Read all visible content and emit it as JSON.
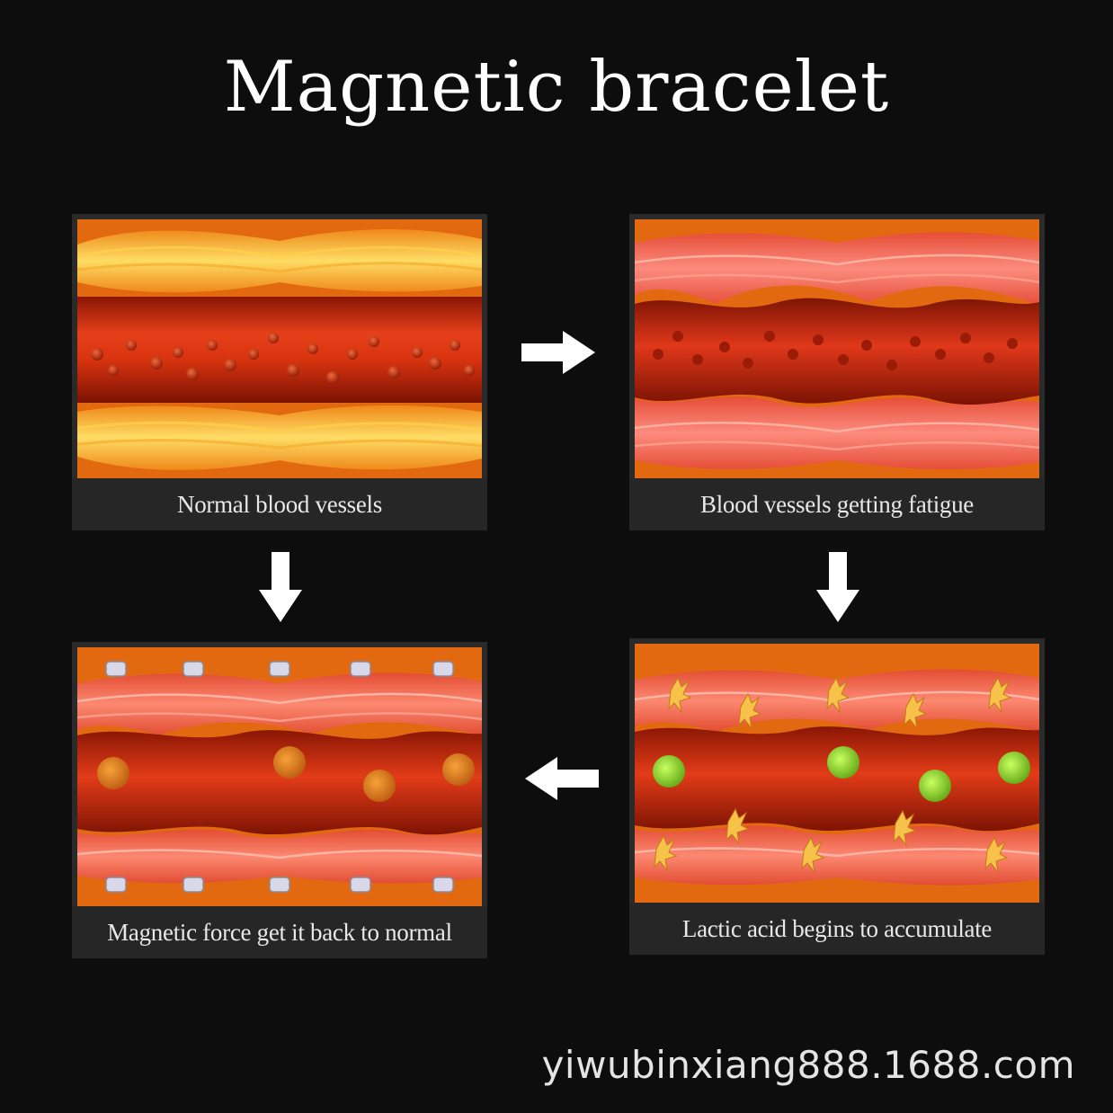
{
  "title": "Magnetic bracelet",
  "panels": {
    "normal": {
      "caption": "Normal blood vessels",
      "icon": "normal-vessel-illustration"
    },
    "fatigue": {
      "caption": "Blood vessels getting fatigue",
      "icon": "fatigued-vessel-illustration"
    },
    "lactic": {
      "caption": "Lactic acid begins to accumulate",
      "icon": "lactic-acid-vessel-illustration"
    },
    "magnetic": {
      "caption": "Magnetic force get it back to normal",
      "icon": "magnetic-vessel-illustration"
    }
  },
  "watermark": "yiwubinxiang888.1688.com",
  "colors": {
    "background": "#0d0d0d",
    "panel_orange": "#e46a10",
    "vessel_red": "#c6280c",
    "muscle_yellow": "#f4c23a",
    "muscle_pink": "#ef5a5a",
    "lactic_green": "#8fe02a",
    "arrow": "#ffffff"
  }
}
